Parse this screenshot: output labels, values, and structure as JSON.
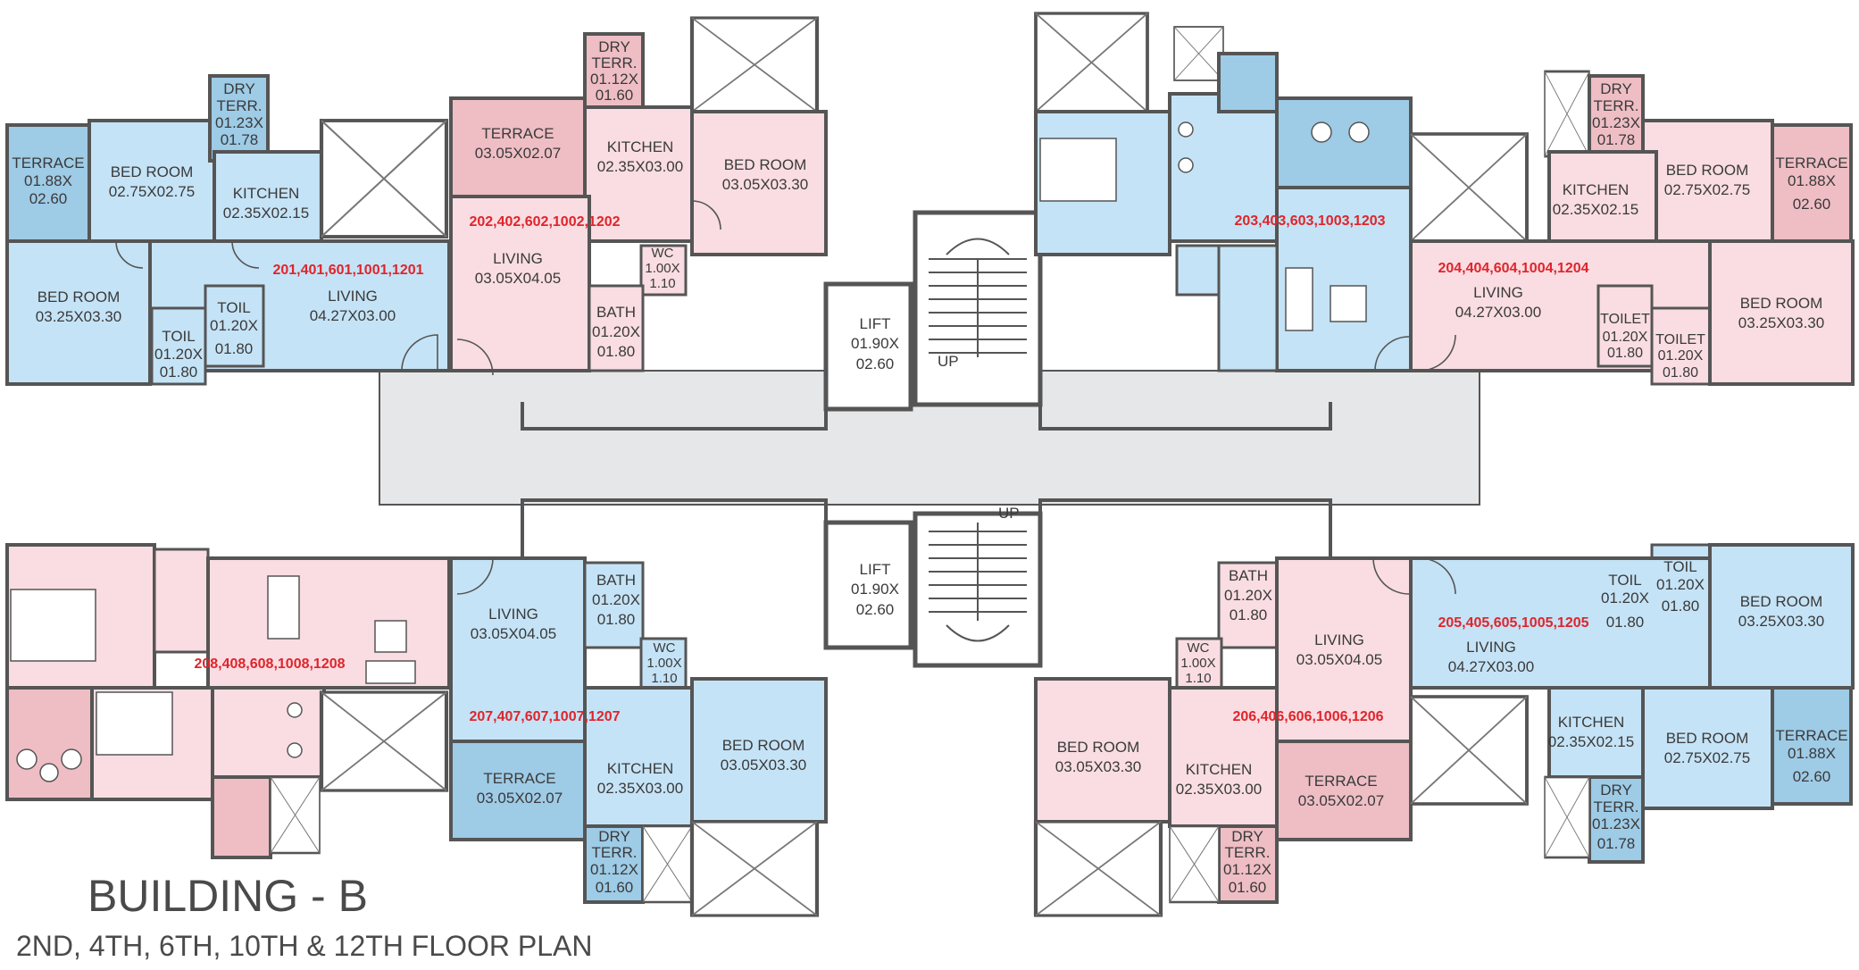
{
  "title": "BUILDING - B",
  "subtitle": "2ND, 4TH, 6TH, 10TH & 12TH FLOOR PLAN",
  "colors": {
    "blue": "#c5e3f6",
    "pink": "#f9dde2",
    "deep_pink": "#eebec4",
    "deep_blue": "#9ecbe6",
    "corridor": "#e6e7e8",
    "wall": "#555555"
  },
  "units": {
    "u201": "201,401,601,1001,1201",
    "u202": "202,402,602,1002,1202",
    "u203": "203,403,603,1003,1203",
    "u204": "204,404,604,1004,1204",
    "u205": "205,405,605,1005,1205",
    "u206": "206,406,606,1006,1206",
    "u207": "207,407,607,1007,1207",
    "u208": "208,408,608,1008,1208"
  },
  "rooms": {
    "r201_terrace": [
      "TERRACE",
      "01.88X",
      "02.60"
    ],
    "r201_bed1": [
      "BED ROOM",
      "02.75X02.75"
    ],
    "r201_dry": [
      "DRY",
      "TERR.",
      "01.23X",
      "01.78"
    ],
    "r201_kitchen": [
      "KITCHEN",
      "02.35X02.15"
    ],
    "r201_bed2": [
      "BED ROOM",
      "03.25X03.30"
    ],
    "r201_toil1": [
      "TOIL",
      "01.20X",
      "01.80"
    ],
    "r201_toil2": [
      "TOIL",
      "01.20X",
      "01.80"
    ],
    "r201_living": [
      "LIVING",
      "04.27X03.00"
    ],
    "r202_terrace": [
      "TERRACE",
      "03.05X02.07"
    ],
    "r202_dry": [
      "DRY",
      "TERR.",
      "01.12X",
      "01.60"
    ],
    "r202_kitchen": [
      "KITCHEN",
      "02.35X03.00"
    ],
    "r202_bed": [
      "BED ROOM",
      "03.05X03.30"
    ],
    "r202_living": [
      "LIVING",
      "03.05X04.05"
    ],
    "r202_wc": [
      "WC",
      "1.00X",
      "1.10"
    ],
    "r202_bath": [
      "BATH",
      "01.20X",
      "01.80"
    ],
    "r204_dry": [
      "DRY",
      "TERR.",
      "01.23X",
      "01.78"
    ],
    "r204_bed1": [
      "BED ROOM",
      "02.75X02.75"
    ],
    "r204_terrace": [
      "TERRACE",
      "01.88X",
      "02.60"
    ],
    "r204_kitchen": [
      "KITCHEN",
      "02.35X02.15"
    ],
    "r204_living": [
      "LIVING",
      "04.27X03.00"
    ],
    "r204_toilet1": [
      "TOILET",
      "01.20X",
      "01.80"
    ],
    "r204_toilet2": [
      "TOILET",
      "01.20X",
      "01.80"
    ],
    "r204_bed2": [
      "BED ROOM",
      "03.25X03.30"
    ],
    "lift_top": [
      "LIFT",
      "01.90X",
      "02.60"
    ],
    "lift_bottom": [
      "LIFT",
      "01.90X",
      "02.60"
    ],
    "up_top": "UP",
    "up_bottom": "UP",
    "r207_living": [
      "LIVING",
      "03.05X04.05"
    ],
    "r207_bath": [
      "BATH",
      "01.20X",
      "01.80"
    ],
    "r207_wc": [
      "WC",
      "1.00X",
      "1.10"
    ],
    "r207_bed": [
      "BED ROOM",
      "03.05X03.30"
    ],
    "r207_terrace": [
      "TERRACE",
      "03.05X02.07"
    ],
    "r207_kitchen": [
      "KITCHEN",
      "02.35X03.00"
    ],
    "r207_dry": [
      "DRY",
      "TERR.",
      "01.12X",
      "01.60"
    ],
    "r206_bath": [
      "BATH",
      "01.20X",
      "01.80"
    ],
    "r206_living": [
      "LIVING",
      "03.05X04.05"
    ],
    "r206_wc": [
      "WC",
      "1.00X",
      "1.10"
    ],
    "r206_bed": [
      "BED ROOM",
      "03.05X03.30"
    ],
    "r206_kitchen": [
      "KITCHEN",
      "02.35X03.00"
    ],
    "r206_terrace": [
      "TERRACE",
      "03.05X02.07"
    ],
    "r206_dry": [
      "DRY",
      "TERR.",
      "01.12X",
      "01.60"
    ],
    "r205_toil1": [
      "TOIL",
      "01.20X",
      "01.80"
    ],
    "r205_toil2": [
      "TOIL",
      "01.20X",
      "01.80"
    ],
    "r205_bed1": [
      "BED ROOM",
      "03.25X03.30"
    ],
    "r205_living": [
      "LIVING",
      "04.27X03.00"
    ],
    "r205_kitchen": [
      "KITCHEN",
      "02.35X02.15"
    ],
    "r205_bed2": [
      "BED ROOM",
      "02.75X02.75"
    ],
    "r205_terrace": [
      "TERRACE",
      "01.88X",
      "02.60"
    ],
    "r205_dry": [
      "DRY",
      "TERR.",
      "01.23X",
      "01.78"
    ]
  }
}
